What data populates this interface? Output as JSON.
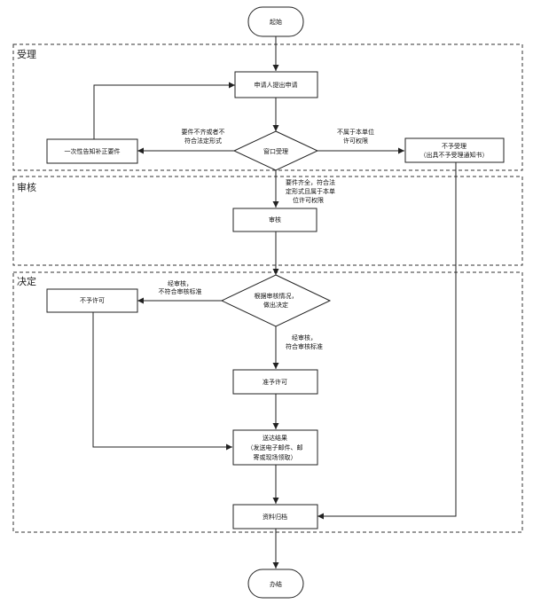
{
  "lanes": {
    "accept": "受理",
    "review": "审核",
    "decide": "决定"
  },
  "nodes": {
    "start": "起始",
    "apply": "申请人提出申请",
    "notify": "一次性告知补正要件",
    "window": "窗口受理",
    "reject_1": "不予受理",
    "reject_2": "（出具不予受理通知书）",
    "review": "审核",
    "judge_1": "根据审核情况，",
    "judge_2": "做出决定",
    "deny": "不予许可",
    "approve": "准予许可",
    "deliver_1": "送达结果",
    "deliver_2": "（发送电子邮件、邮",
    "deliver_3": "寄或现场领取）",
    "archive": "资料归档",
    "end": "办结"
  },
  "edge_labels": {
    "incomplete_1": "要件不齐或者不",
    "incomplete_2": "符合法定形式",
    "outside_1": "不属于本单位",
    "outside_2": "许可权限",
    "complete_1": "要件齐全，符合法",
    "complete_2": "定形式且属于本单",
    "complete_3": "位许可权限",
    "fail_1": "经审核，",
    "fail_2": "不符合审核标准",
    "pass_1": "经审核，",
    "pass_2": "符合审核标准"
  }
}
